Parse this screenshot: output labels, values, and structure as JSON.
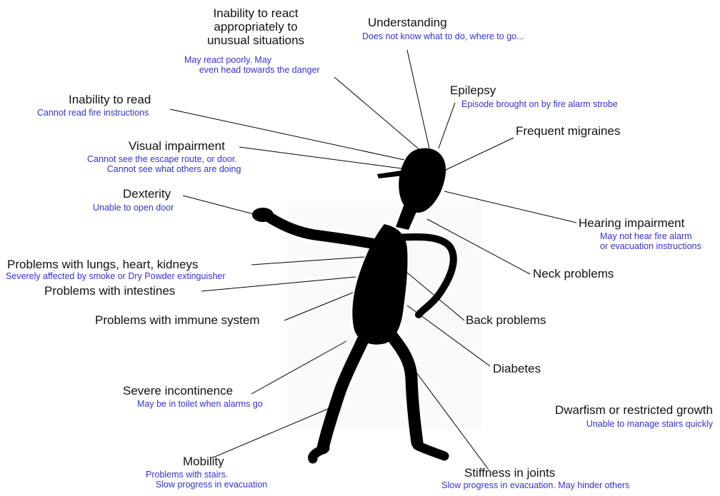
{
  "colors": {
    "title": "#111111",
    "description": "#3333cc",
    "figure": "#000000",
    "leader_line": "#000000"
  },
  "labels": {
    "inability_react": {
      "title": "Inability to react\nappropriately to\nunusual situations",
      "desc": "May react poorly. May\n      even head towards the danger"
    },
    "understanding": {
      "title": "Understanding",
      "desc": "Does not know what to do, where to go..."
    },
    "epilepsy": {
      "title": "Epilepsy",
      "desc": "Episode brought on by fire alarm strobe"
    },
    "migraines": {
      "title": "Frequent migraines"
    },
    "inability_read": {
      "title": "Inability to read",
      "desc": "Cannot read fire instructions"
    },
    "visual": {
      "title": "Visual impairment",
      "desc": "Cannot see the escape route, or door.\n        Cannot see what others are doing"
    },
    "dexterity": {
      "title": "Dexterity",
      "desc": "Unable to open door"
    },
    "hearing": {
      "title": "Hearing impairment",
      "desc": "May not hear fire alarm\nor evacuation instructions"
    },
    "lungs": {
      "title": "Problems with lungs, heart, kidneys",
      "desc": "Severely affected by smoke or Dry Powder extinguisher"
    },
    "intestines": {
      "title": "Problems with intestines"
    },
    "neck": {
      "title": "Neck problems"
    },
    "immune": {
      "title": "Problems with immune system"
    },
    "back": {
      "title": "Back problems"
    },
    "diabetes": {
      "title": "Diabetes"
    },
    "incontinence": {
      "title": "Severe incontinence",
      "desc": "May be in toilet when alarms go"
    },
    "dwarfism": {
      "title": "Dwarfism or restricted growth",
      "desc": "Unable to manage stairs quickly"
    },
    "mobility": {
      "title": "Mobility",
      "desc": "Problems with stairs.\n    Slow progress in evacuation"
    },
    "stiffness": {
      "title": "Stiffness in joints",
      "desc": "Slow progress in evacuation. May hinder others"
    }
  }
}
